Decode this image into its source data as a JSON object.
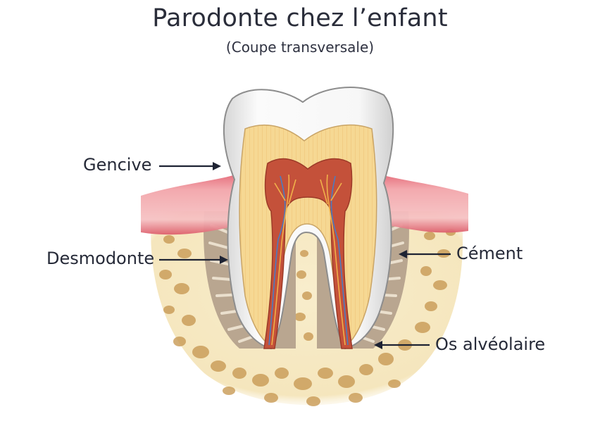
{
  "header": {
    "title": "Parodonte chez l’enfant",
    "subtitle": "(Coupe transversale)"
  },
  "labels": [
    {
      "id": "gencive",
      "text": "Gencive",
      "side": "left"
    },
    {
      "id": "desmodonte",
      "text": "Desmodonte",
      "side": "left"
    },
    {
      "id": "cement",
      "text": "Cément",
      "side": "right"
    },
    {
      "id": "os-alveolaire",
      "text": "Os alvéolaire",
      "side": "right"
    }
  ],
  "colors": {
    "text": "#262a38",
    "enamel": "#f1f1f1",
    "dentin": "#f6d795",
    "pulp": "#c4513a",
    "gum": "#ee9aa0",
    "bone": "#f7ebc6",
    "bone_pore": "#c99a55",
    "ligament": "#b9a690"
  }
}
